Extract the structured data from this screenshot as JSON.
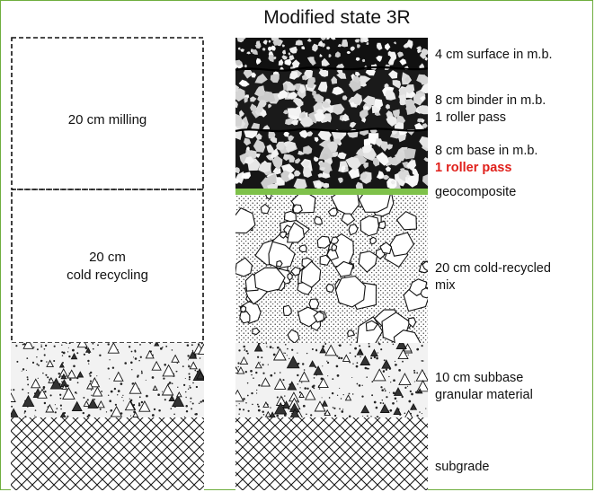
{
  "title": "Modified state 3R",
  "left_column": {
    "milling_label": "20 cm milling",
    "recycling_label_line1": "20 cm",
    "recycling_label_line2": "cold recycling"
  },
  "layers": [
    {
      "id": "surface",
      "line1": "4 cm surface in m.b.",
      "line2": ""
    },
    {
      "id": "binder",
      "line1": "8 cm binder in m.b.",
      "line2": "1 roller pass"
    },
    {
      "id": "base",
      "line1": "8 cm base in m.b.",
      "line2": "1 roller pass",
      "line2_color": "#e0201b"
    },
    {
      "id": "geocomposite",
      "line1": "geocomposite",
      "line2": "",
      "color": "#7ec14a"
    },
    {
      "id": "cold-recycled",
      "line1": "20 cm cold-recycled",
      "line2": "mix"
    },
    {
      "id": "subbase",
      "line1": "10 cm subbase",
      "line2": "granular material"
    },
    {
      "id": "subgrade",
      "line1": "subgrade",
      "line2": ""
    }
  ],
  "frame_color": "#6fae3f"
}
